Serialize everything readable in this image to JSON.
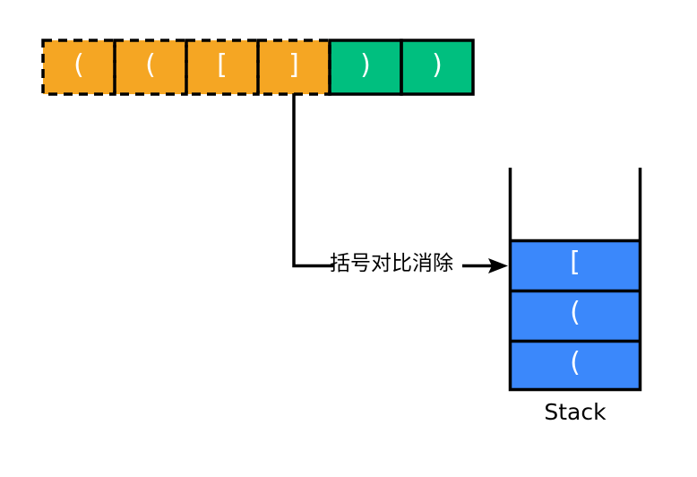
{
  "diagram": {
    "title": "bracket-matching-with-stack",
    "colors": {
      "matched": "#F5A623",
      "pending": "#00BF7F",
      "stack": "#3B88FB",
      "stroke": "#000000",
      "glyph": "#FFFFFF"
    }
  },
  "sequence": {
    "name": "input-bracket-sequence",
    "cells": [
      {
        "symbol": "(",
        "state": "matched"
      },
      {
        "symbol": "(",
        "state": "matched"
      },
      {
        "symbol": "[",
        "state": "matched"
      },
      {
        "symbol": "]",
        "state": "matched"
      },
      {
        "symbol": ")",
        "state": "pending"
      },
      {
        "symbol": ")",
        "state": "pending"
      }
    ]
  },
  "annotation": {
    "edge_label": "括号对比消除",
    "source_cell_index": 3
  },
  "stack": {
    "caption": "Stack",
    "cells": [
      {
        "symbol": "["
      },
      {
        "symbol": "("
      },
      {
        "symbol": "("
      }
    ]
  }
}
